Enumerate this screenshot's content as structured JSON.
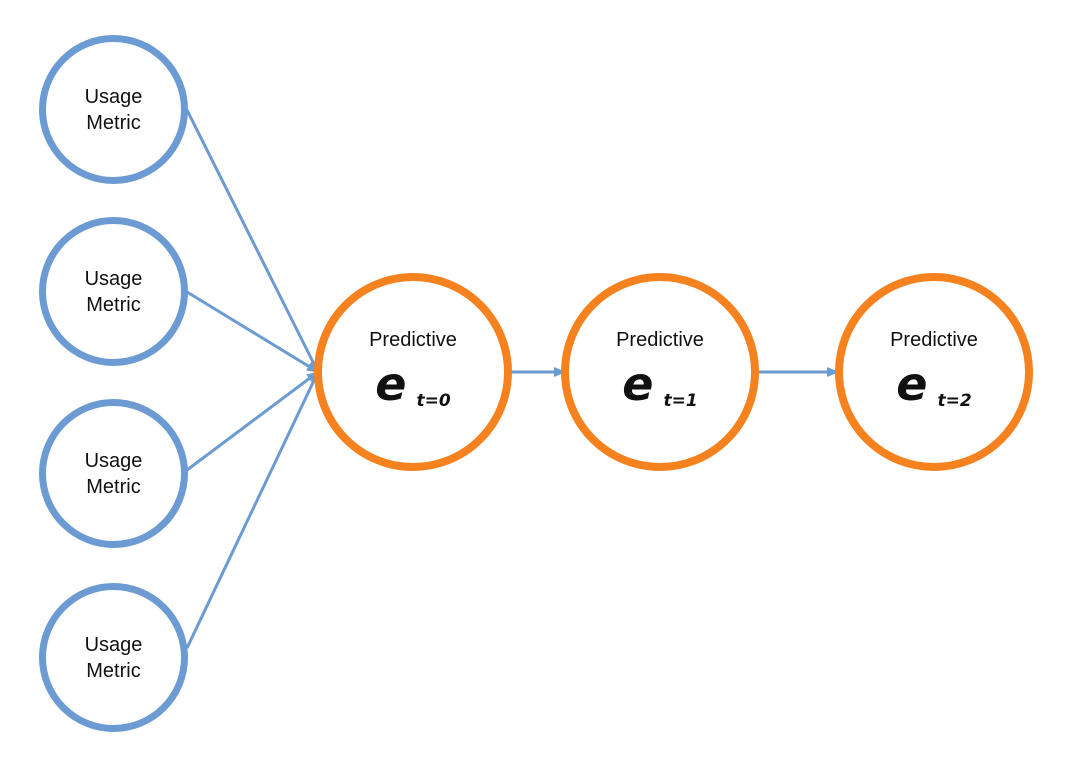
{
  "diagram": {
    "colors": {
      "input_node": "#6b9bd2",
      "output_node": "#f5821f",
      "edge": "#6b9bd2"
    },
    "inputs": [
      {
        "line1": "Usage",
        "line2": "Metric"
      },
      {
        "line1": "Usage",
        "line2": "Metric"
      },
      {
        "line1": "Usage",
        "line2": "Metric"
      },
      {
        "line1": "Usage",
        "line2": "Metric"
      }
    ],
    "states": [
      {
        "label": "Predictive",
        "variable": "e",
        "subscript": "t=0"
      },
      {
        "label": "Predictive",
        "variable": "e",
        "subscript": "t=1"
      },
      {
        "label": "Predictive",
        "variable": "e",
        "subscript": "t=2"
      }
    ]
  }
}
